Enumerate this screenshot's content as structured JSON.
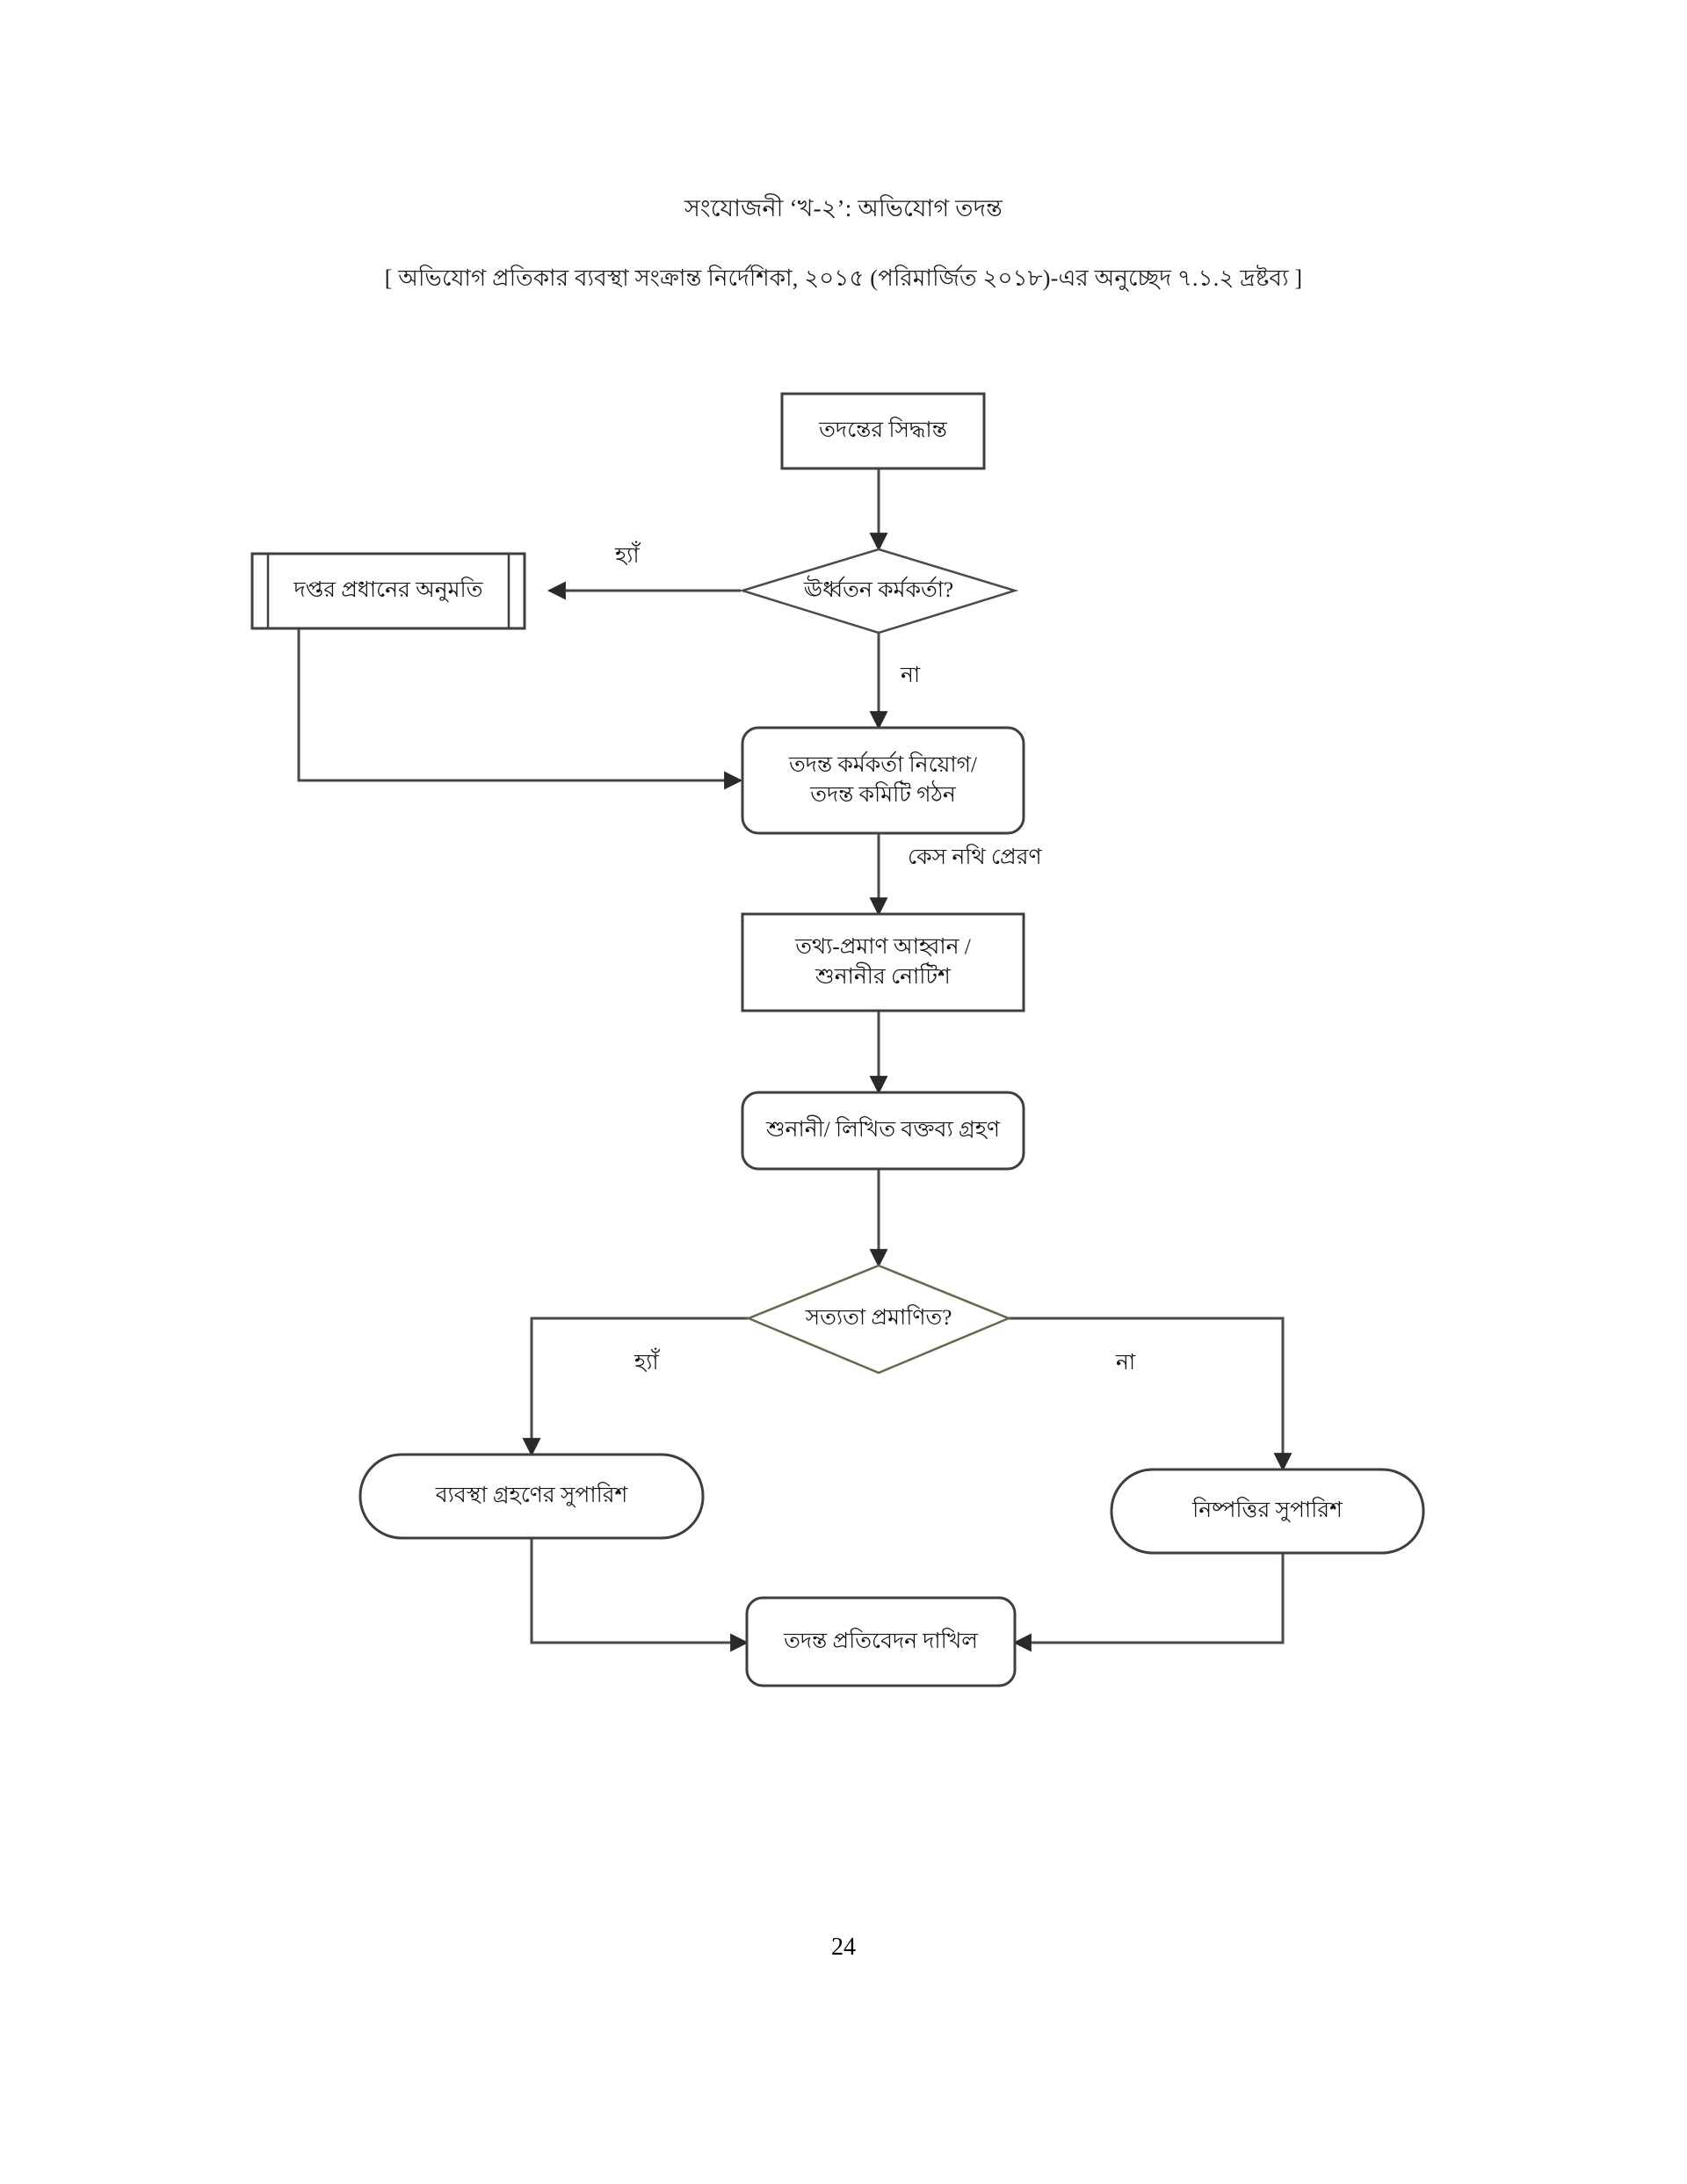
{
  "document": {
    "title_main": "সংযোজনী ‘খ-২’: অভিযোগ তদন্ত",
    "title_sub": "[ অভিযোগ প্রতিকার ব্যবস্থা সংক্রান্ত নির্দেশিকা, ২০১৫ (পরিমার্জিত ২০১৮)-এর অনুচ্ছেদ  ৭.১.২ দ্রষ্টব্য ]",
    "page_number": "24"
  },
  "colors": {
    "node_stroke": "#3f3f3f",
    "decision_stroke_top": "#4a4a4a",
    "decision_stroke_bottom": "#5f6b4a",
    "connector": "#4a4a4a",
    "text": "#131313",
    "background": "#ffffff"
  },
  "chart_data": {
    "type": "flowchart",
    "title": "সংযোজনী ‘খ-২’: অভিযোগ তদন্ত",
    "orientation": "top-to-bottom",
    "nodes": [
      {
        "id": "n1",
        "shape": "rectangle",
        "label": "তদন্তের সিদ্ধান্ত"
      },
      {
        "id": "n2",
        "shape": "diamond",
        "label": "ঊর্ধ্বতন কর্মকর্তা?"
      },
      {
        "id": "n3",
        "shape": "predefined-process",
        "label": "দপ্তর প্রধানের অনুমতি"
      },
      {
        "id": "n4",
        "shape": "rounded-rectangle",
        "label": "তদন্ত কর্মকর্তা নিয়োগ/\nতদন্ত কমিটি গঠন"
      },
      {
        "id": "n5",
        "shape": "rectangle",
        "label": "তথ্য-প্রমাণ আহ্বান /\nশুনানীর নোটিশ"
      },
      {
        "id": "n6",
        "shape": "rounded-rectangle",
        "label": "শুনানী/ লিখিত বক্তব্য গ্রহণ"
      },
      {
        "id": "n7",
        "shape": "diamond",
        "label": "সত্যতা প্রমাণিত?"
      },
      {
        "id": "n8",
        "shape": "stadium",
        "label": "ব্যবস্থা গ্রহণের সুপারিশ"
      },
      {
        "id": "n9",
        "shape": "stadium",
        "label": "নিষ্পত্তির সুপারিশ"
      },
      {
        "id": "n10",
        "shape": "rounded-rectangle",
        "label": "তদন্ত প্রতিবেদন দাখিল"
      }
    ],
    "edges": [
      {
        "from": "n1",
        "to": "n2",
        "label": ""
      },
      {
        "from": "n2",
        "to": "n3",
        "label": "হ্যাঁ"
      },
      {
        "from": "n2",
        "to": "n4",
        "label": "না"
      },
      {
        "from": "n3",
        "to": "n4",
        "label": ""
      },
      {
        "from": "n4",
        "to": "n5",
        "label": "কেস নথি প্রেরণ"
      },
      {
        "from": "n5",
        "to": "n6",
        "label": ""
      },
      {
        "from": "n6",
        "to": "n7",
        "label": ""
      },
      {
        "from": "n7",
        "to": "n8",
        "label": "হ্যাঁ"
      },
      {
        "from": "n7",
        "to": "n9",
        "label": "না"
      },
      {
        "from": "n8",
        "to": "n10",
        "label": ""
      },
      {
        "from": "n9",
        "to": "n10",
        "label": ""
      }
    ]
  }
}
